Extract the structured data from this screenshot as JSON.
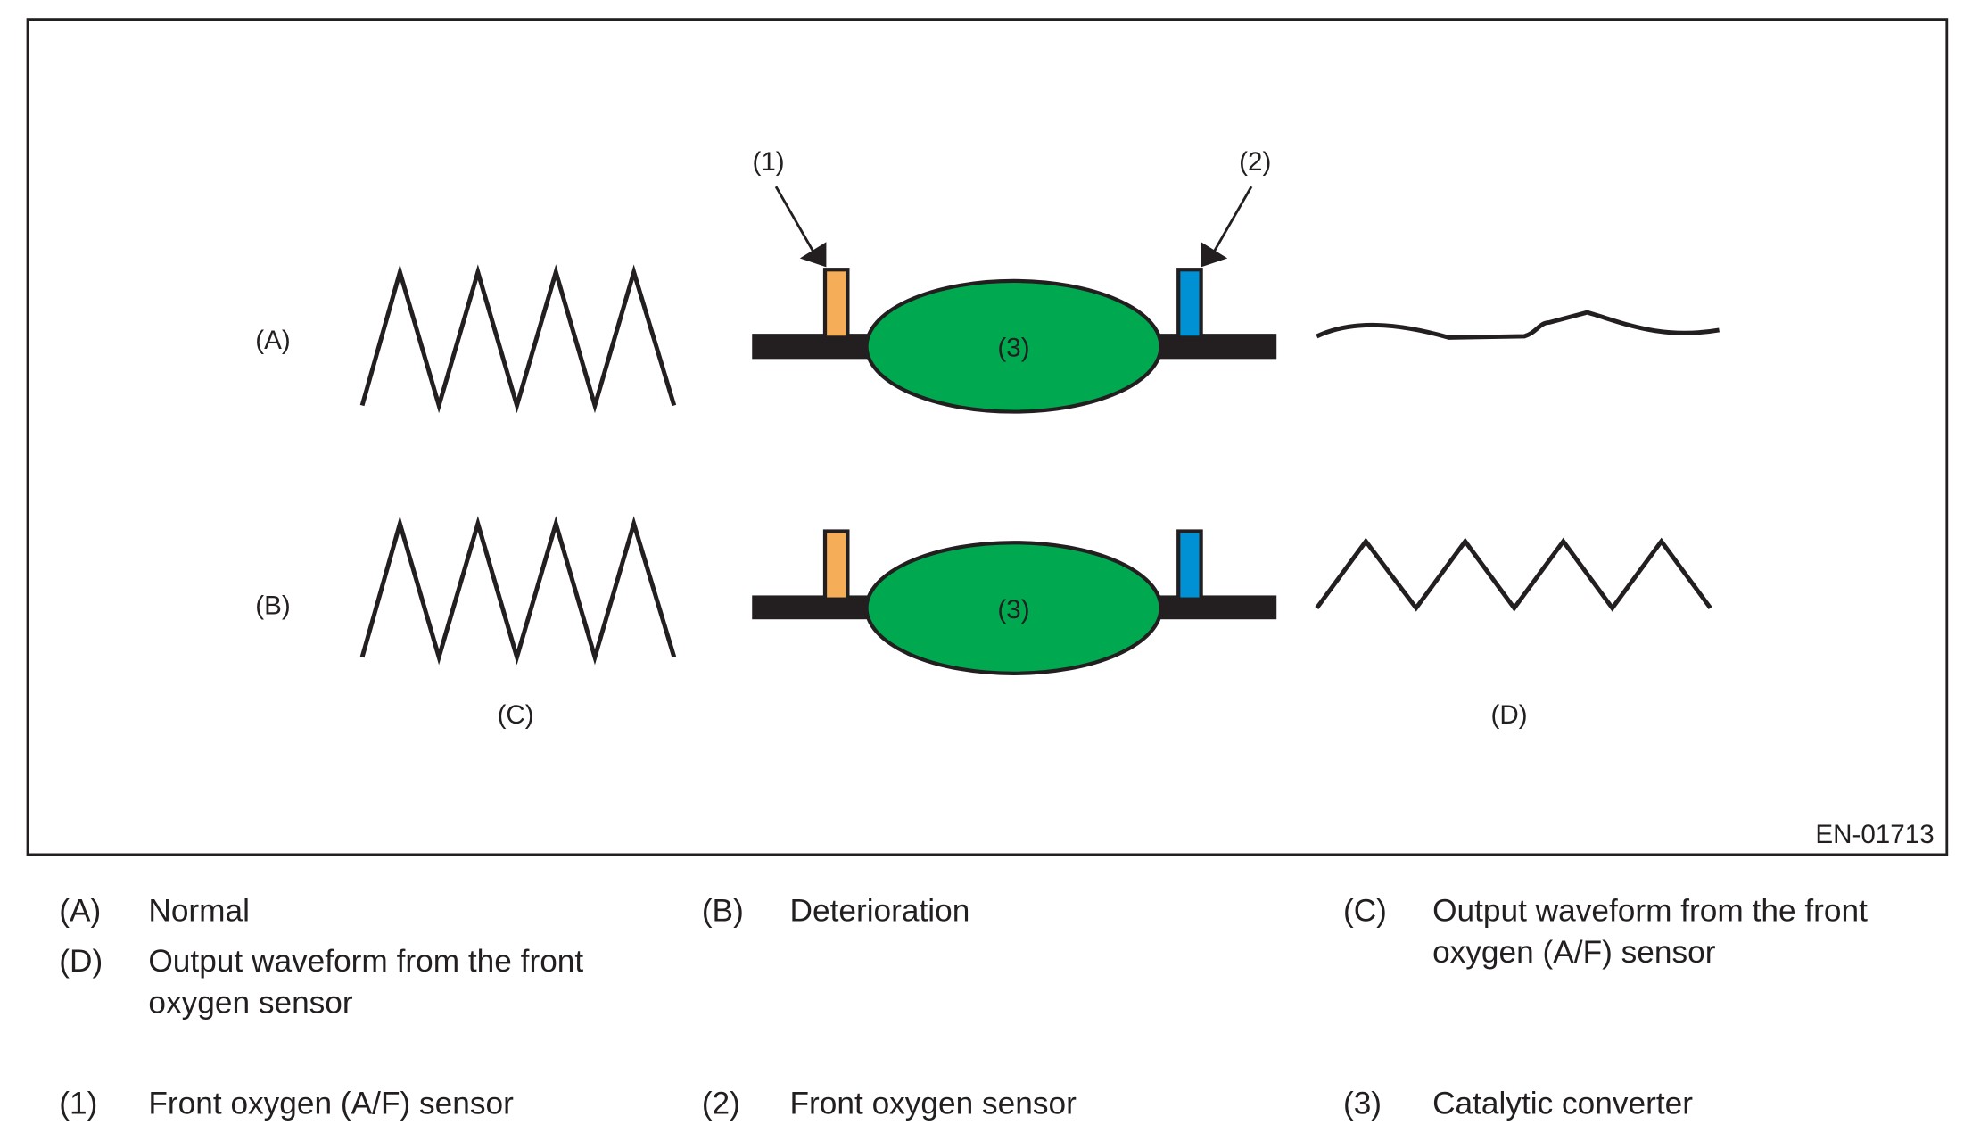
{
  "figure": {
    "id_code": "EN-01713",
    "row_labels": {
      "a": "(A)",
      "b": "(B)"
    },
    "column_labels": {
      "c": "(C)",
      "d": "(D)"
    },
    "callouts": {
      "one": "(1)",
      "two": "(2)",
      "three": "(3)"
    },
    "colors": {
      "front_af_sensor": "#f5ad57",
      "front_o2_sensor": "#0090d4",
      "catalytic_converter": "#00a84f",
      "pipe": "#231f20"
    }
  },
  "legend": [
    {
      "key": "(A)",
      "text": [
        "Normal"
      ]
    },
    {
      "key": "(B)",
      "text": [
        "Deterioration"
      ]
    },
    {
      "key": "(C)",
      "text": [
        "Output waveform from the front",
        "oxygen (A/F) sensor"
      ]
    },
    {
      "key": "(D)",
      "text": [
        "Output waveform from the front",
        "oxygen sensor"
      ]
    },
    {
      "key": "(1)",
      "text": [
        "Front oxygen (A/F) sensor"
      ]
    },
    {
      "key": "(2)",
      "text": [
        "Front oxygen sensor"
      ]
    },
    {
      "key": "(3)",
      "text": [
        "Catalytic converter"
      ]
    }
  ]
}
